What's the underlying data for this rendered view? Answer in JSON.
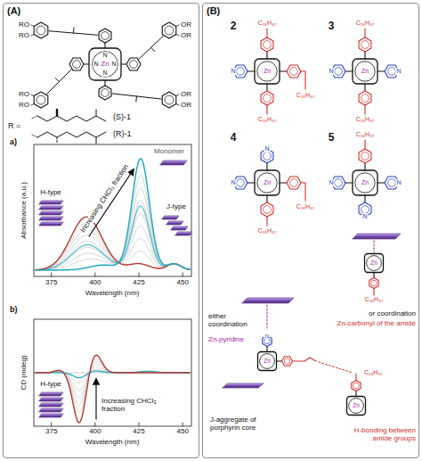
{
  "diagram": {
    "nodes": [
      {
        "text": [
          "(A)"
        ]
      },
      {
        "text": [
          "(B)"
        ]
      }
    ],
    "labels": [
      "RO",
      "RO",
      "OR",
      "OR",
      "RO",
      "RO",
      "OR",
      "OR",
      "R =",
      "(S)-1",
      "(R)-1",
      "Zn",
      "N",
      "N",
      "N",
      "N",
      "a)",
      "Absorbance (a.u.)",
      "Monomer",
      "Increasing CHCl₃ fraction",
      "H-type",
      "J-type",
      "375",
      "400",
      "425",
      "450",
      "Wavelength (nm)",
      "b)",
      "CD (mdeg)",
      "Increasing CHCl₃ fraction",
      "H-type",
      "375",
      "400",
      "425",
      "450",
      "Wavelength (nm)",
      "2",
      "3",
      "4",
      "5",
      "Zn",
      "C₁₈H₃₇",
      "C₁₈H₃₇",
      "C₁₈H₃₇",
      "N",
      "Zn",
      "C₁₈H₃₇",
      "N",
      "C₁₈H₃₇",
      "N",
      "Zn",
      "N",
      "C₁₈H₃₇",
      "C₁₈H₃₇",
      "N",
      "Zn",
      "C₁₈H₃₇",
      "N",
      "N",
      "N",
      "either coordination",
      "Zn-pyridine",
      "or coordination",
      "Zn-carbonyl of the amide",
      "J-aggregate of porphyrin core",
      "H-bonding between amide groups",
      "Zn",
      "Zn",
      "N",
      "Zn",
      "C₁₈H₃₇",
      "C₁₈H₃₇"
    ]
  }
}
